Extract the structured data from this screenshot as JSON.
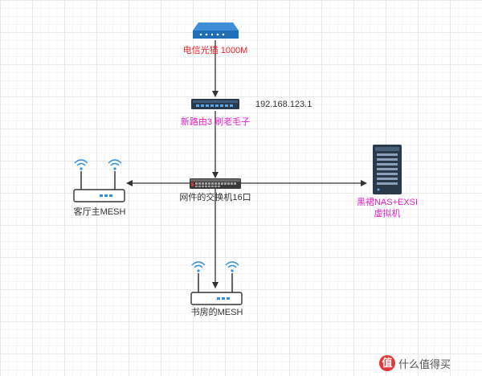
{
  "diagram": {
    "nodes": {
      "modem": {
        "label": "电信光猫 1000M",
        "color": "#e8242d"
      },
      "router": {
        "label": "新路由3 刷老毛子",
        "ip": "192.168.123.1",
        "color": "#e020c8"
      },
      "switch": {
        "label": "网件的交换机16口",
        "color": "#333333"
      },
      "mesh_living": {
        "label": "客厅主MESH",
        "color": "#333333"
      },
      "nas": {
        "label_line1": "黑裙NAS+EXSI",
        "label_line2": "虚拟机",
        "color": "#e020c8"
      },
      "mesh_study": {
        "label": "书房的MESH",
        "color": "#333333"
      }
    },
    "edges": [
      {
        "from": "modem",
        "to": "router"
      },
      {
        "from": "router",
        "to": "switch"
      },
      {
        "from": "switch",
        "to": "mesh_living"
      },
      {
        "from": "switch",
        "to": "nas"
      },
      {
        "from": "switch",
        "to": "mesh_study"
      }
    ],
    "colors": {
      "line": "#333333",
      "device_blue": "#1f6fb8",
      "device_dark": "#2b3a4a"
    }
  },
  "watermark": {
    "logo": "值",
    "text": "什么值得买"
  }
}
